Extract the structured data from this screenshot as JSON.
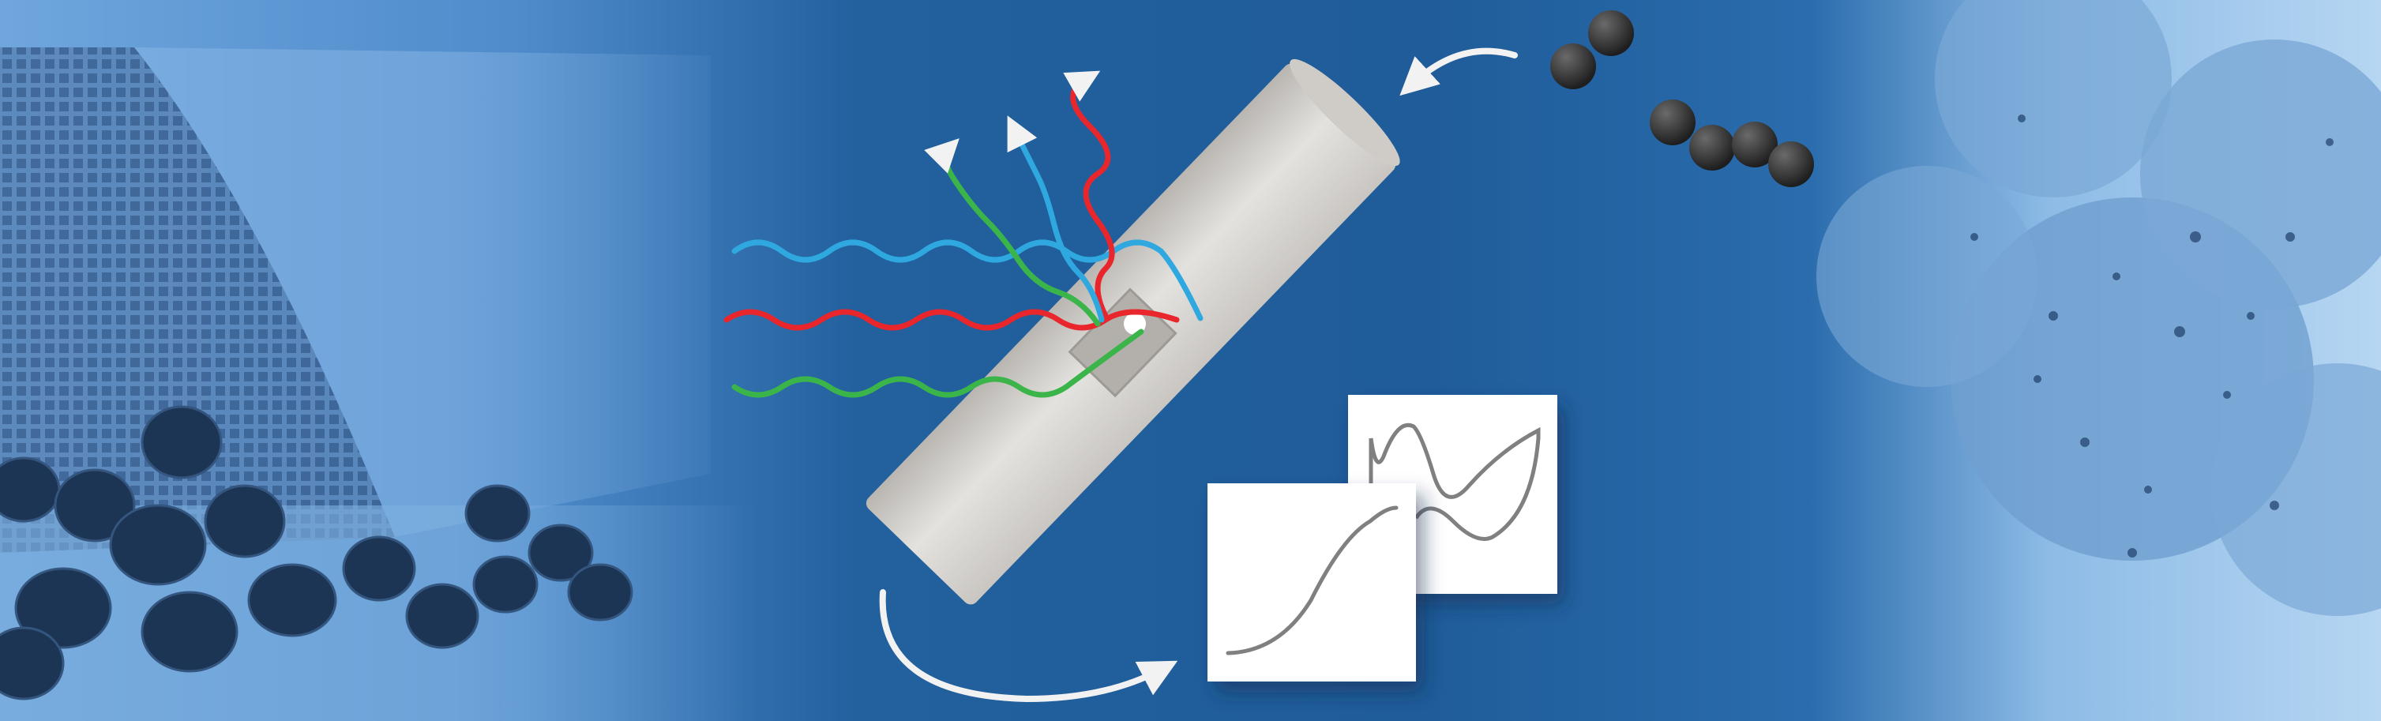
{
  "colors": {
    "background": "#1f5c99",
    "left_photo_tint": "#6fa6dd",
    "right_photo_tint": "#9cc4ea",
    "tube": "#d9d6d2",
    "wave_red": "#e8262b",
    "wave_blue": "#2fa8e0",
    "wave_green": "#3bb54a",
    "spheres": "#2b2b2b",
    "arrow": "#f2f2f2",
    "plot_line": "#808080"
  },
  "icons": [
    "honeycomb-monolith-photo",
    "catalyst-pellets-photo",
    "reactor-tube",
    "light-waves",
    "molecule-spheres",
    "curved-arrow",
    "plot-cards",
    "tem-micrograph"
  ]
}
